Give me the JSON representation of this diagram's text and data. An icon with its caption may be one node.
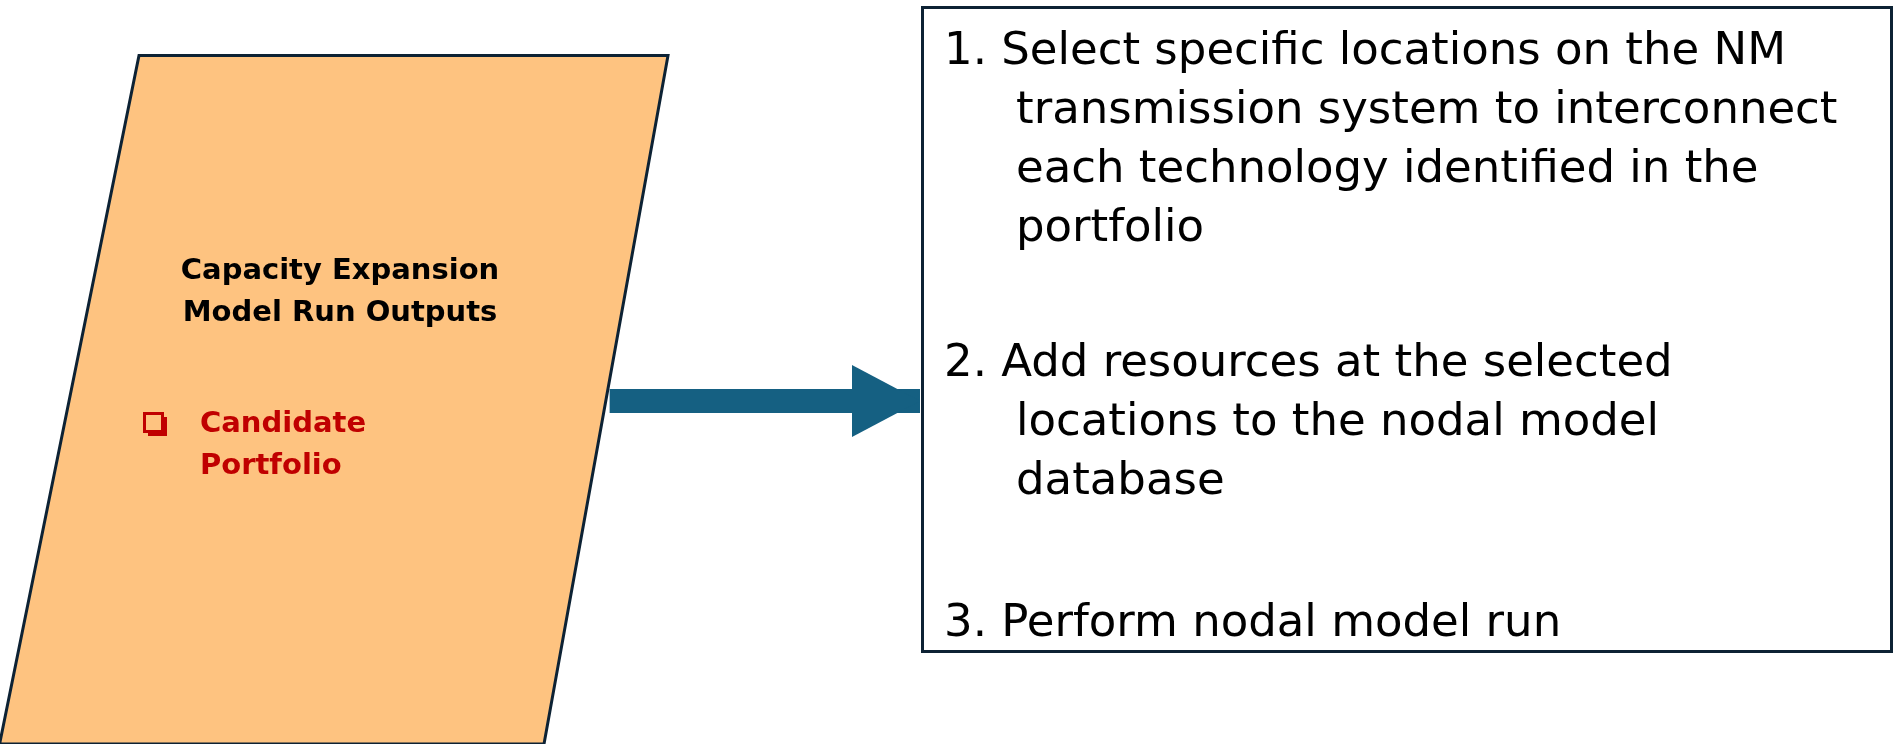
{
  "diagram": {
    "nodes": [
      {
        "text": [
          "Capacity Expansion Model Run Outputs",
          "Candidate Portfolio"
        ]
      },
      {
        "text": [
          "1. Select specific locations on the NM transmission system to interconnect each technology identified in the portfolio",
          "2. Add resources at the selected locations to the nodal model database",
          "3. Perform nodal model run"
        ]
      }
    ],
    "edges": [
      {
        "from": 0,
        "to": 1,
        "arrow": "to"
      }
    ]
  }
}
